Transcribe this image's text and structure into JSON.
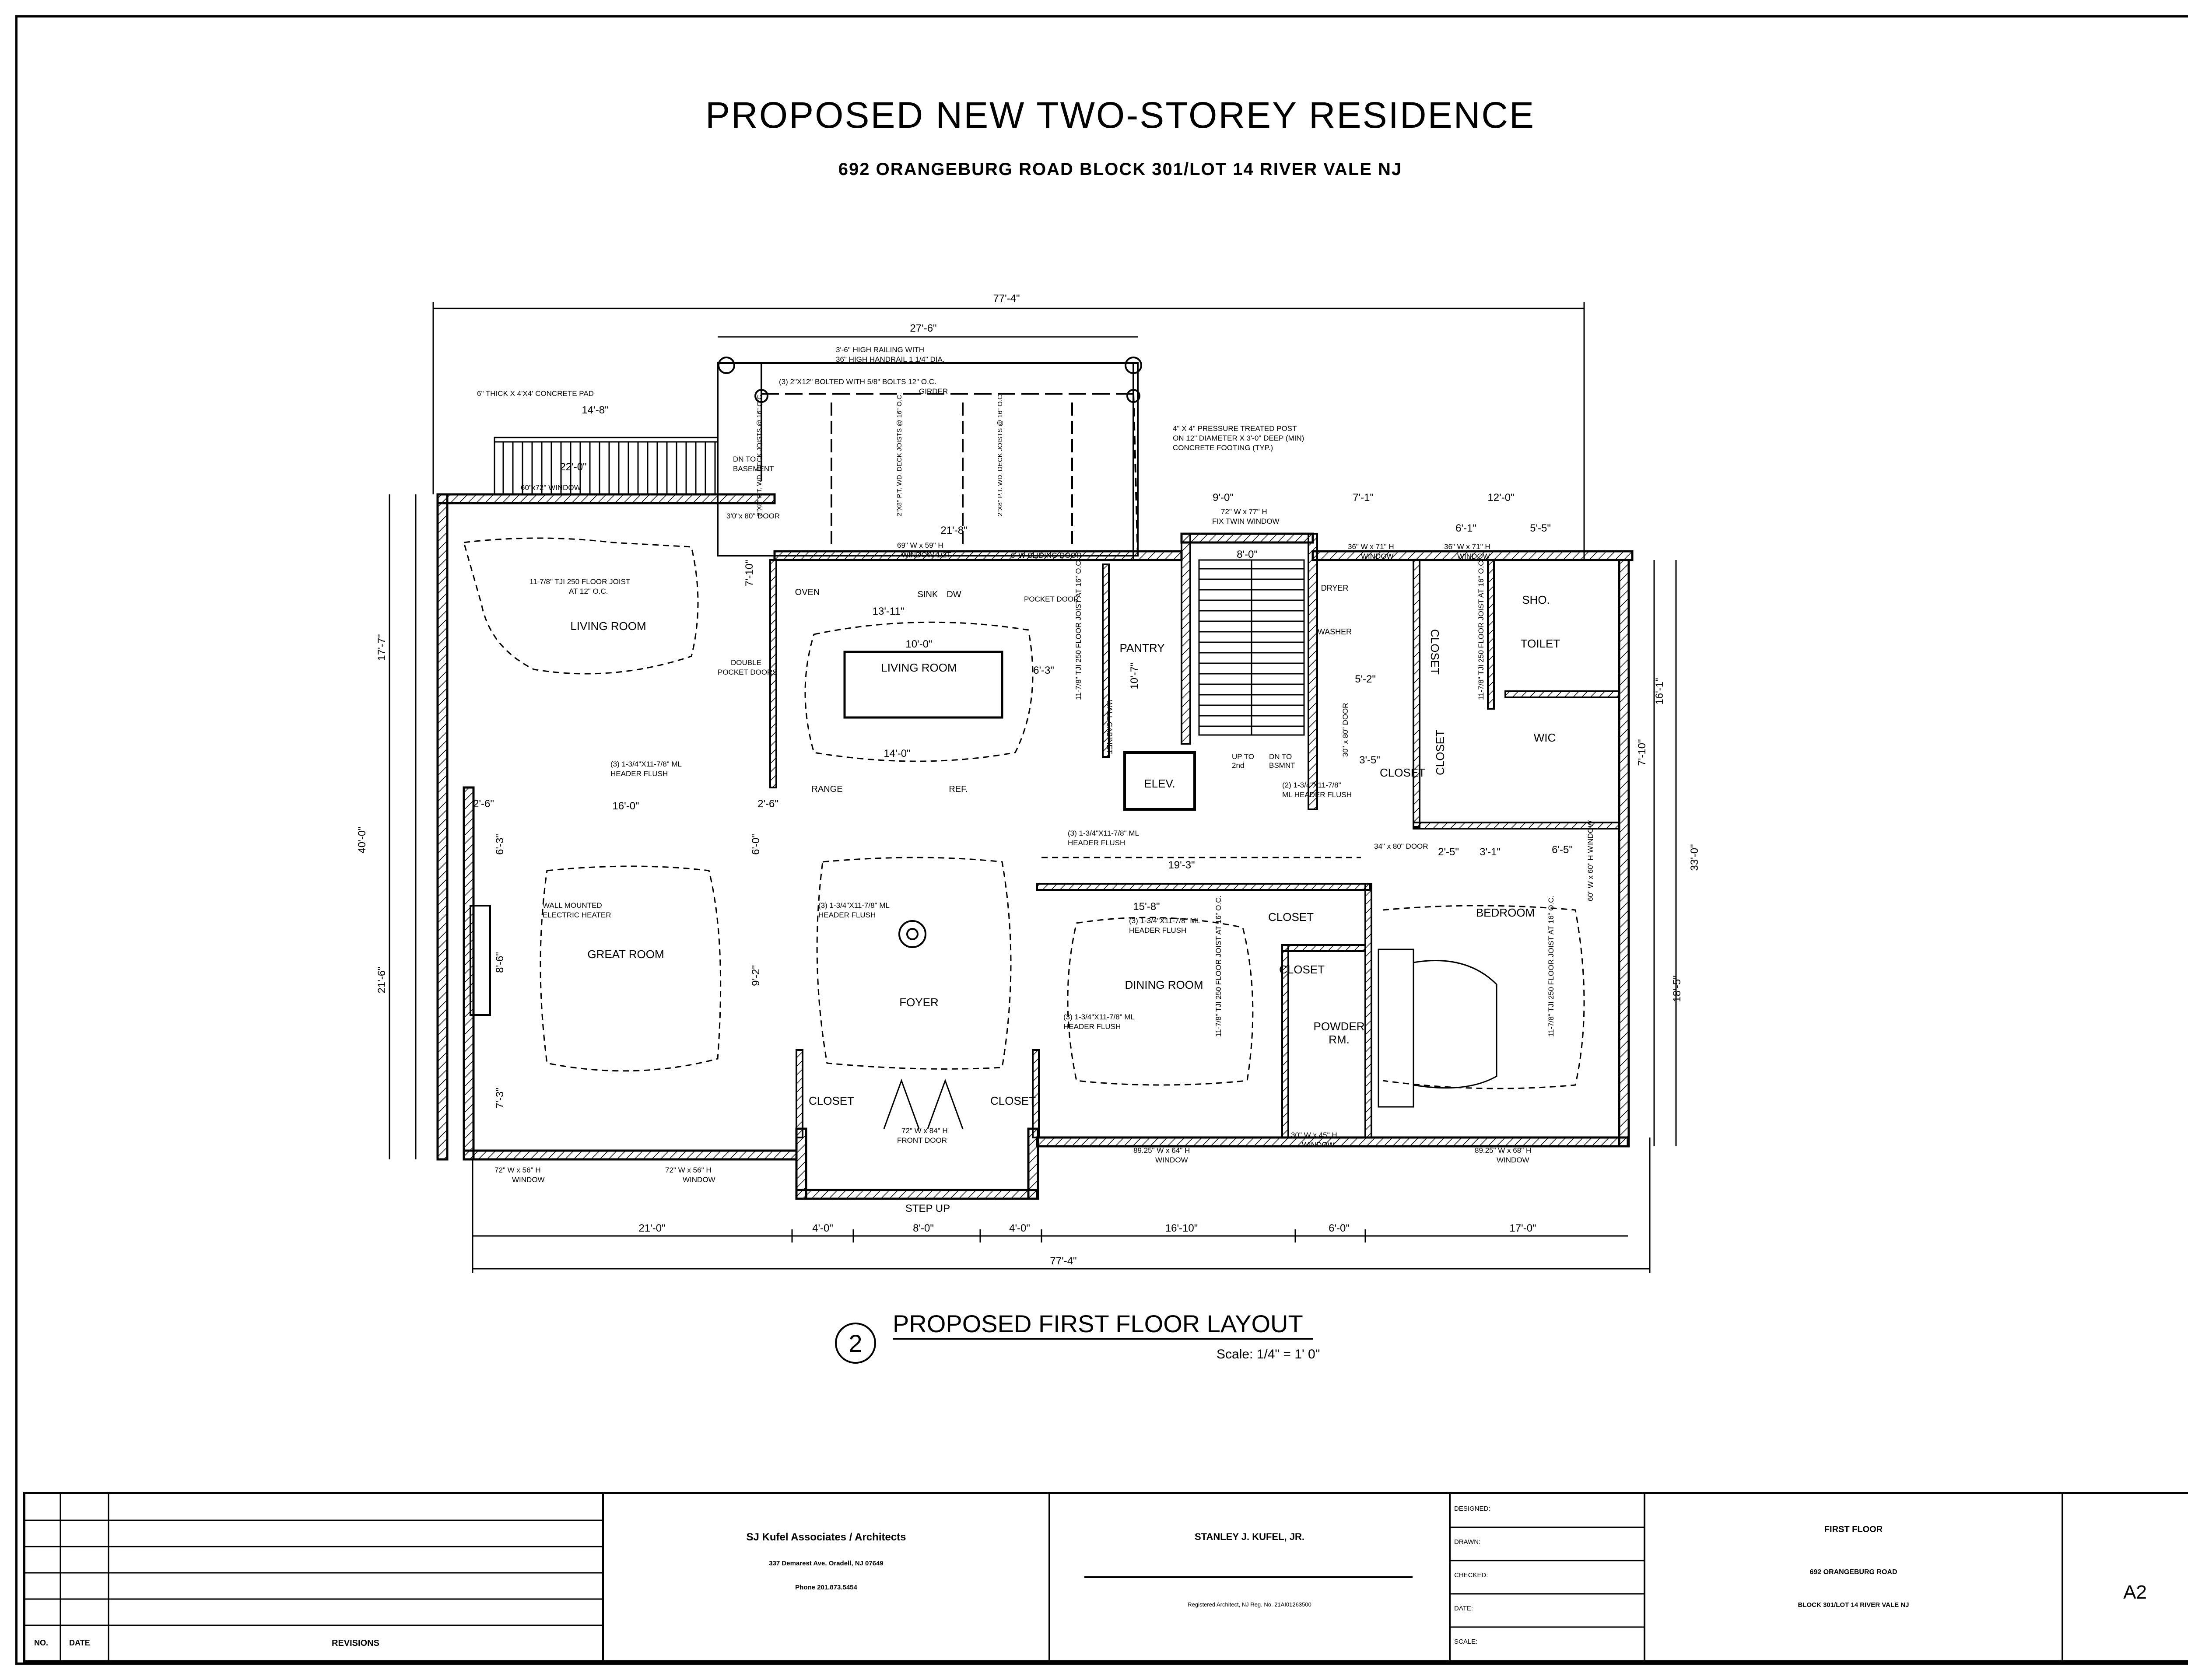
{
  "sheet": {
    "title": "PROPOSED NEW TWO-STOREY RESIDENCE",
    "address": "692 ORANGEBURG ROAD BLOCK 301/LOT 14 RIVER VALE NJ"
  },
  "drawing": {
    "number": "2",
    "title": "PROPOSED FIRST FLOOR LAYOUT",
    "scale": "Scale: 1/4\" = 1' 0\""
  },
  "rooms": {
    "living_room_1": "LIVING ROOM",
    "living_room_2": "LIVING ROOM",
    "great_room": "GREAT ROOM",
    "foyer": "FOYER",
    "dining_room": "DINING ROOM",
    "pantry": "PANTRY",
    "elev": "ELEV.",
    "bedroom": "BEDROOM",
    "toilet": "TOILET",
    "wic": "WIC",
    "sho": "SHO.",
    "powder": "POWDER",
    "powder_rm": "RM.",
    "closet_1": "CLOSET",
    "closet_2": "CLOSET",
    "closet_3": "CLOSET",
    "closet_4": "CLOSET",
    "closet_5": "CLOSET",
    "closet_6": "CLOSET",
    "closet_7": "CLOSET",
    "oven": "OVEN",
    "sink": "SINK",
    "dw": "DW",
    "range": "RANGE",
    "ref": "REF.",
    "dryer": "DRYER",
    "washer": "WASHER",
    "step_up": "STEP UP"
  },
  "dimensions": {
    "overall_top": "77'-4\"",
    "overall_bottom": "77'-4\"",
    "deck_width": "27'-6\"",
    "stair_top": "14'-8\"",
    "left_upper": "17'-7\"",
    "left_total": "40'-0\"",
    "left_lower": "21'-6\"",
    "right_total": "33'-0\"",
    "right_lower": "18'-5\"",
    "right_upper": "16'-1\"",
    "bottom_1": "21'-0\"",
    "bottom_2": "4'-0\"",
    "bottom_3": "8'-0\"",
    "bottom_4": "4'-0\"",
    "bottom_5": "16'-10\"",
    "bottom_6": "6'-0\"",
    "bottom_7": "17'-0\"",
    "d_22": "22'-0\"",
    "d_21_8": "21'-8\"",
    "d_13_11": "13'-11\"",
    "d_10_0": "10'-0\"",
    "d_14_0": "14'-0\"",
    "d_16_0": "16'-0\"",
    "d_19_3": "19'-3\"",
    "d_15_8": "15'-8\"",
    "d_9_0": "9'-0\"",
    "d_7_1": "7'-1\"",
    "d_12_0": "12'-0\"",
    "d_6_1": "6'-1\"",
    "d_5_5": "5'-5\"",
    "d_8_0": "8'-0\"",
    "d_10_7": "10'-7\"",
    "d_6_3": "6'-3\"",
    "d_2_6a": "2'-6\"",
    "d_2_6b": "2'-6\"",
    "d_6_5": "6'-5\"",
    "d_2_5": "2'-5\"",
    "d_3_1": "3'-1\"",
    "d_5_2": "5'-2\"",
    "d_3_5": "3'-5\"",
    "d_7_10a": "7'-10\"",
    "d_7_10b": "7'-10\"",
    "d_6_0": "6'-0\"",
    "d_9_2": "9'-2\"",
    "d_7_3": "7'-3\"",
    "d_8_6": "8'-6\"",
    "d_6_3b": "6'-3\""
  },
  "notes": {
    "pad": "6\" THICK X 4'X4' CONCRETE PAD",
    "railing_1": "3'-6\" HIGH RAILING WITH",
    "railing_2": "36\" HIGH HANDRAIL 1 1/4\" DIA.",
    "girder_1": "(3) 2\"X12\" BOLTED WITH 5/8\" BOLTS 12\" O.C.",
    "girder_2": "GIRDER",
    "post_1": "4\" X 4\" PRESSURE TREATED POST",
    "post_2": "ON 12\" DIAMETER X 3'-0\" DEEP (MIN)",
    "post_3": "CONCRETE FOOTING (TYP.)",
    "joists": "2\"X8\" P.T. WD. DECK JOISTS @ 16\" O.C.",
    "dn_basement_1": "DN TO",
    "dn_basement_2": "BASEMENT",
    "floor_joist_1": "11-7/8\" TJI 250 FLOOR JOIST",
    "floor_joist_2": "AT 12\" O.C.",
    "floor_joist_v": "11-7/8\" TJI 250 FLOOR JOIST AT 16\" O.C.",
    "double_pocket_1": "DOUBLE",
    "double_pocket_2": "POCKET DOORS",
    "pocket_door": "POCKET DOOR",
    "header_1a": "(3) 1-3/4\"X11-7/8\" ML",
    "header_1b": "HEADER FLUSH",
    "header_2a": "(3) 1-3/4\"X11-7/8\" ML",
    "header_2b": "HEADER FLUSH",
    "header_3a": "(3) 1-3/4\"X11-7/8\" ML",
    "header_3b": "HEADER FLUSH",
    "header_4a": "(3) 1-3/4\"X11-7/8\" ML",
    "header_4b": "HEADER FLUSH",
    "header_5a": "(3) 1-3/4\"X11-7/8\" ML",
    "header_5b": "HEADER FLUSH",
    "header_6a": "(2) 1-3/4\"X11-7/8\"",
    "header_6b": "ML HEADER FLUSH",
    "electric_heater_1": "WALL MOUNTED",
    "electric_heater_2": "ELECTRIC HEATER",
    "up_to": "UP TO",
    "up_to_2": "2nd",
    "dn_to": "DN TO",
    "dn_to_2": "BSMNT",
    "wall_cabinet": "WALL CABINET",
    "win_top_left": "60\"x72\" WINDOW",
    "door_top_left": "3'0\"x 80\" DOOR",
    "win_sink_1": "69\" W x 59\" H",
    "win_sink_2": "WINDOW 1/2T",
    "sliding_door": "6' W SLIDING DOOR",
    "win_stair_1": "72\" W x 77\" H",
    "win_stair_2": "FIX TWIN WINDOW",
    "win_laundry_1": "36\" W x 71\" H",
    "win_laundry_2": "WINDOW",
    "win_bath_1": "36\" W x 71\" H",
    "win_bath_2": "WINDOW",
    "door_34": "34\" x 80\" DOOR",
    "door_30": "30\" x 80\" DOOR",
    "win_right_v": "60\" W x 60\" H WINDOW",
    "win_gr_1a": "72\" W x 56\" H",
    "win_gr_1b": "WINDOW",
    "win_gr_2a": "72\" W x 56\" H",
    "win_gr_2b": "WINDOW",
    "front_door_1": "72\" W x 84\" H",
    "front_door_2": "FRONT DOOR",
    "win_dining_1": "89.25\" W x 64\" H",
    "win_dining_2": "WINDOW",
    "win_powder_1": "30\" W x 45\" H",
    "win_powder_2": "WINDOW",
    "win_bed_1": "89.25\" W x 68\" H",
    "win_bed_2": "WINDOW"
  },
  "title_block": {
    "col_no": "NO.",
    "col_date": "DATE",
    "col_revisions": "REVISIONS",
    "firm_name": "SJ Kufel Associates / Architects",
    "firm_address": "337 Demarest Ave. Oradell, NJ 07649",
    "firm_phone": "Phone 201.873.5454",
    "architect": "STANLEY J. KUFEL, JR.",
    "registration": "Registered Architect, NJ Reg. No. 21AI01263500",
    "designed": "DESIGNED:",
    "drawn": "DRAWN:",
    "checked": "CHECKED:",
    "date": "DATE:",
    "scale": "SCALE:",
    "sheet_title": "FIRST FLOOR",
    "sheet_road": "692 ORANGEBURG ROAD",
    "sheet_block": "BLOCK 301/LOT 14 RIVER VALE NJ",
    "sheet_number": "A2"
  }
}
